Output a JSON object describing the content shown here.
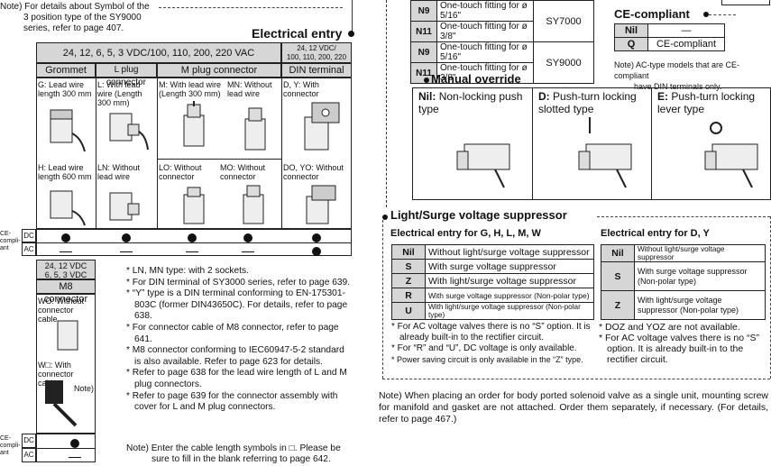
{
  "top_note": [
    "Note) For details about Symbol of the",
    "3 position type of the SY9000",
    "series, refer to page 407."
  ],
  "electrical_entry": {
    "title": "Electrical entry",
    "voltage_main": "24, 12, 6, 5, 3 VDC/100, 110, 200, 220 VAC",
    "voltage_din": [
      "24, 12 VDC/",
      "100, 110, 200, 220 VAC"
    ],
    "headers": [
      "Grommet",
      "L plug connector",
      "M plug connector",
      "DIN terminal"
    ],
    "items": [
      {
        "label": "G: Lead wire length 300 mm"
      },
      {
        "label": "L: With lead wire (Length 300 mm)"
      },
      {
        "label": "M: With lead wire (Length 300 mm)"
      },
      {
        "label": "MN: Without lead wire"
      },
      {
        "label": "D, Y: With connector"
      },
      {
        "label": "H: Lead wire length 600 mm"
      },
      {
        "label": "LN: Without lead wire"
      },
      {
        "label": "LO: Without connector"
      },
      {
        "label": "MO: Without connector"
      },
      {
        "label": "DO, YO: Without connector"
      }
    ],
    "ce_label": [
      "CE-",
      "compli-",
      "ant"
    ],
    "dc": "DC",
    "ac": "AC"
  },
  "m8": {
    "voltage": [
      "24, 12 VDC",
      "6, 5, 3 VDC"
    ],
    "header": "M8 connector",
    "wo": "WO: Without connector cable",
    "w": "W□: With connector cable",
    "note_ref": "Note)"
  },
  "notes_left": [
    "LN, MN type: with 2 sockets.",
    "For DIN terminal of SY3000 series, refer to page 639.",
    "“Y” type is a DIN terminal conforming to EN-175301-803C (former DIN43650C). For details, refer to page 638.",
    "For connector cable of M8 connector, refer to page 641.",
    "M8 connector conforming to IEC60947-5-2 standard is also available. Refer to page 623 for details.",
    "Refer to page 638 for the lead wire length of L and M plug connectors.",
    "Refer to page 639 for the connector assembly with cover for L and M plug connectors."
  ],
  "note_bottom_left": [
    "Note) Enter the cable length symbols in □. Please be",
    "sure to fill in the blank referring to page 642."
  ],
  "fittings": {
    "rows": [
      {
        "code": "N9",
        "desc": "One-touch fitting for ø 5/16\"",
        "series": "SY7000"
      },
      {
        "code": "N11",
        "desc": "One-touch fitting for ø 3/8\"",
        "series": ""
      },
      {
        "code": "N9",
        "desc": "One-touch fitting for ø 5/16\"",
        "series": "SY9000"
      },
      {
        "code": "N11",
        "desc": "One-touch fitting for ø 3/8\"",
        "series": ""
      }
    ]
  },
  "ce_compliant": {
    "title": "CE-compliant",
    "rows": [
      {
        "code": "Nil",
        "desc": "—"
      },
      {
        "code": "Q",
        "desc": "CE-compliant"
      }
    ],
    "note": [
      "Note) AC-type models that are CE-compliant",
      "have DIN terminals only."
    ]
  },
  "manual_override": {
    "title": "Manual override",
    "options": [
      {
        "code": "Nil:",
        "label": "Non-locking push type"
      },
      {
        "code": "D:",
        "label": "Push-turn locking slotted type"
      },
      {
        "code": "E:",
        "label": "Push-turn locking lever type"
      }
    ]
  },
  "suppressor": {
    "title": "Light/Surge voltage suppressor",
    "left_title": "Electrical entry for G, H, L, M, W",
    "left_rows": [
      {
        "code": "Nil",
        "desc": "Without light/surge voltage suppressor"
      },
      {
        "code": "S",
        "desc": "With surge voltage suppressor"
      },
      {
        "code": "Z",
        "desc": "With light/surge voltage suppressor"
      },
      {
        "code": "R",
        "desc": "With surge voltage suppressor (Non-polar type)"
      },
      {
        "code": "U",
        "desc": "With light/surge voltage suppressor (Non-polar type)"
      }
    ],
    "right_title": "Electrical entry for D, Y",
    "right_rows": [
      {
        "code": "Nil",
        "desc": "Without light/surge voltage suppressor"
      },
      {
        "code": "S",
        "desc": "With surge voltage suppressor (Non-polar type)"
      },
      {
        "code": "Z",
        "desc": "With light/surge voltage suppressor (Non-polar type)"
      }
    ],
    "left_notes": [
      "For AC voltage valves there is no “S” option. It is already built-in to the rectifier circuit.",
      "For “R” and “U”, DC voltage is only available.",
      "Power saving circuit is only available in the “Z” type."
    ],
    "right_notes": [
      "DOZ and YOZ are not available.",
      "For AC voltage valves there is no “S” option. It is already built-in to the rectifier circuit."
    ]
  },
  "bottom_note": "Note) When placing an order for body ported solenoid valve as a single unit, mounting screw for manifold and gasket are not attached. Order them separately, if necessary. (For details, refer to page 467.)",
  "icons": [
    "solenoid-valve-icon",
    "connector-icon",
    "dot-icon"
  ]
}
